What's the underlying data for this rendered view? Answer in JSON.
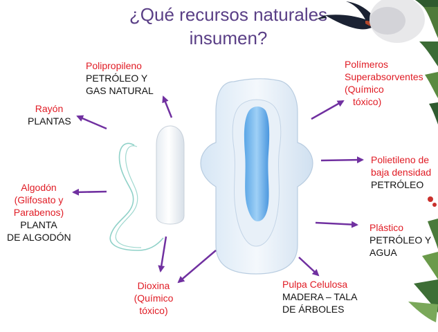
{
  "title_line1": "¿Qué recursos naturales",
  "title_line2": "insumen?",
  "labels": {
    "polipropileno": {
      "name": "Polipropileno",
      "resource": [
        "PETRÓLEO Y",
        "GAS NATURAL"
      ]
    },
    "rayon": {
      "name": "Rayón",
      "resource": [
        "PLANTAS"
      ]
    },
    "algodon": {
      "name": [
        "Algodón",
        "(Glifosato y",
        "Parabenos)"
      ],
      "resource": [
        "PLANTA",
        "DE ALGODÓN"
      ]
    },
    "dioxina": {
      "name": [
        "Dioxina",
        "(Químico",
        "tóxico)"
      ]
    },
    "polimeros": {
      "name": [
        "Polímeros",
        "Superabsorventes",
        "(Químico",
        "tóxico)"
      ]
    },
    "polietileno": {
      "name": [
        "Polietileno de",
        "baja densidad"
      ],
      "resource": [
        "PETRÓLEO"
      ]
    },
    "plastico": {
      "name": "Plástico",
      "resource": [
        "PETRÓLEO Y",
        "AGUA"
      ]
    },
    "pulpa": {
      "name": "Pulpa Celulosa",
      "resource": [
        "MADERA – TALA",
        "DE ÁRBOLES"
      ]
    }
  },
  "colors": {
    "title": "#5a3f86",
    "label_red": "#e01b24",
    "arrow": "#7030a0",
    "text_dark": "#111111"
  },
  "icons": [
    "swallow-bird-icon",
    "tampon-icon",
    "sanitary-pad-icon",
    "leaves-decoration-icon"
  ]
}
